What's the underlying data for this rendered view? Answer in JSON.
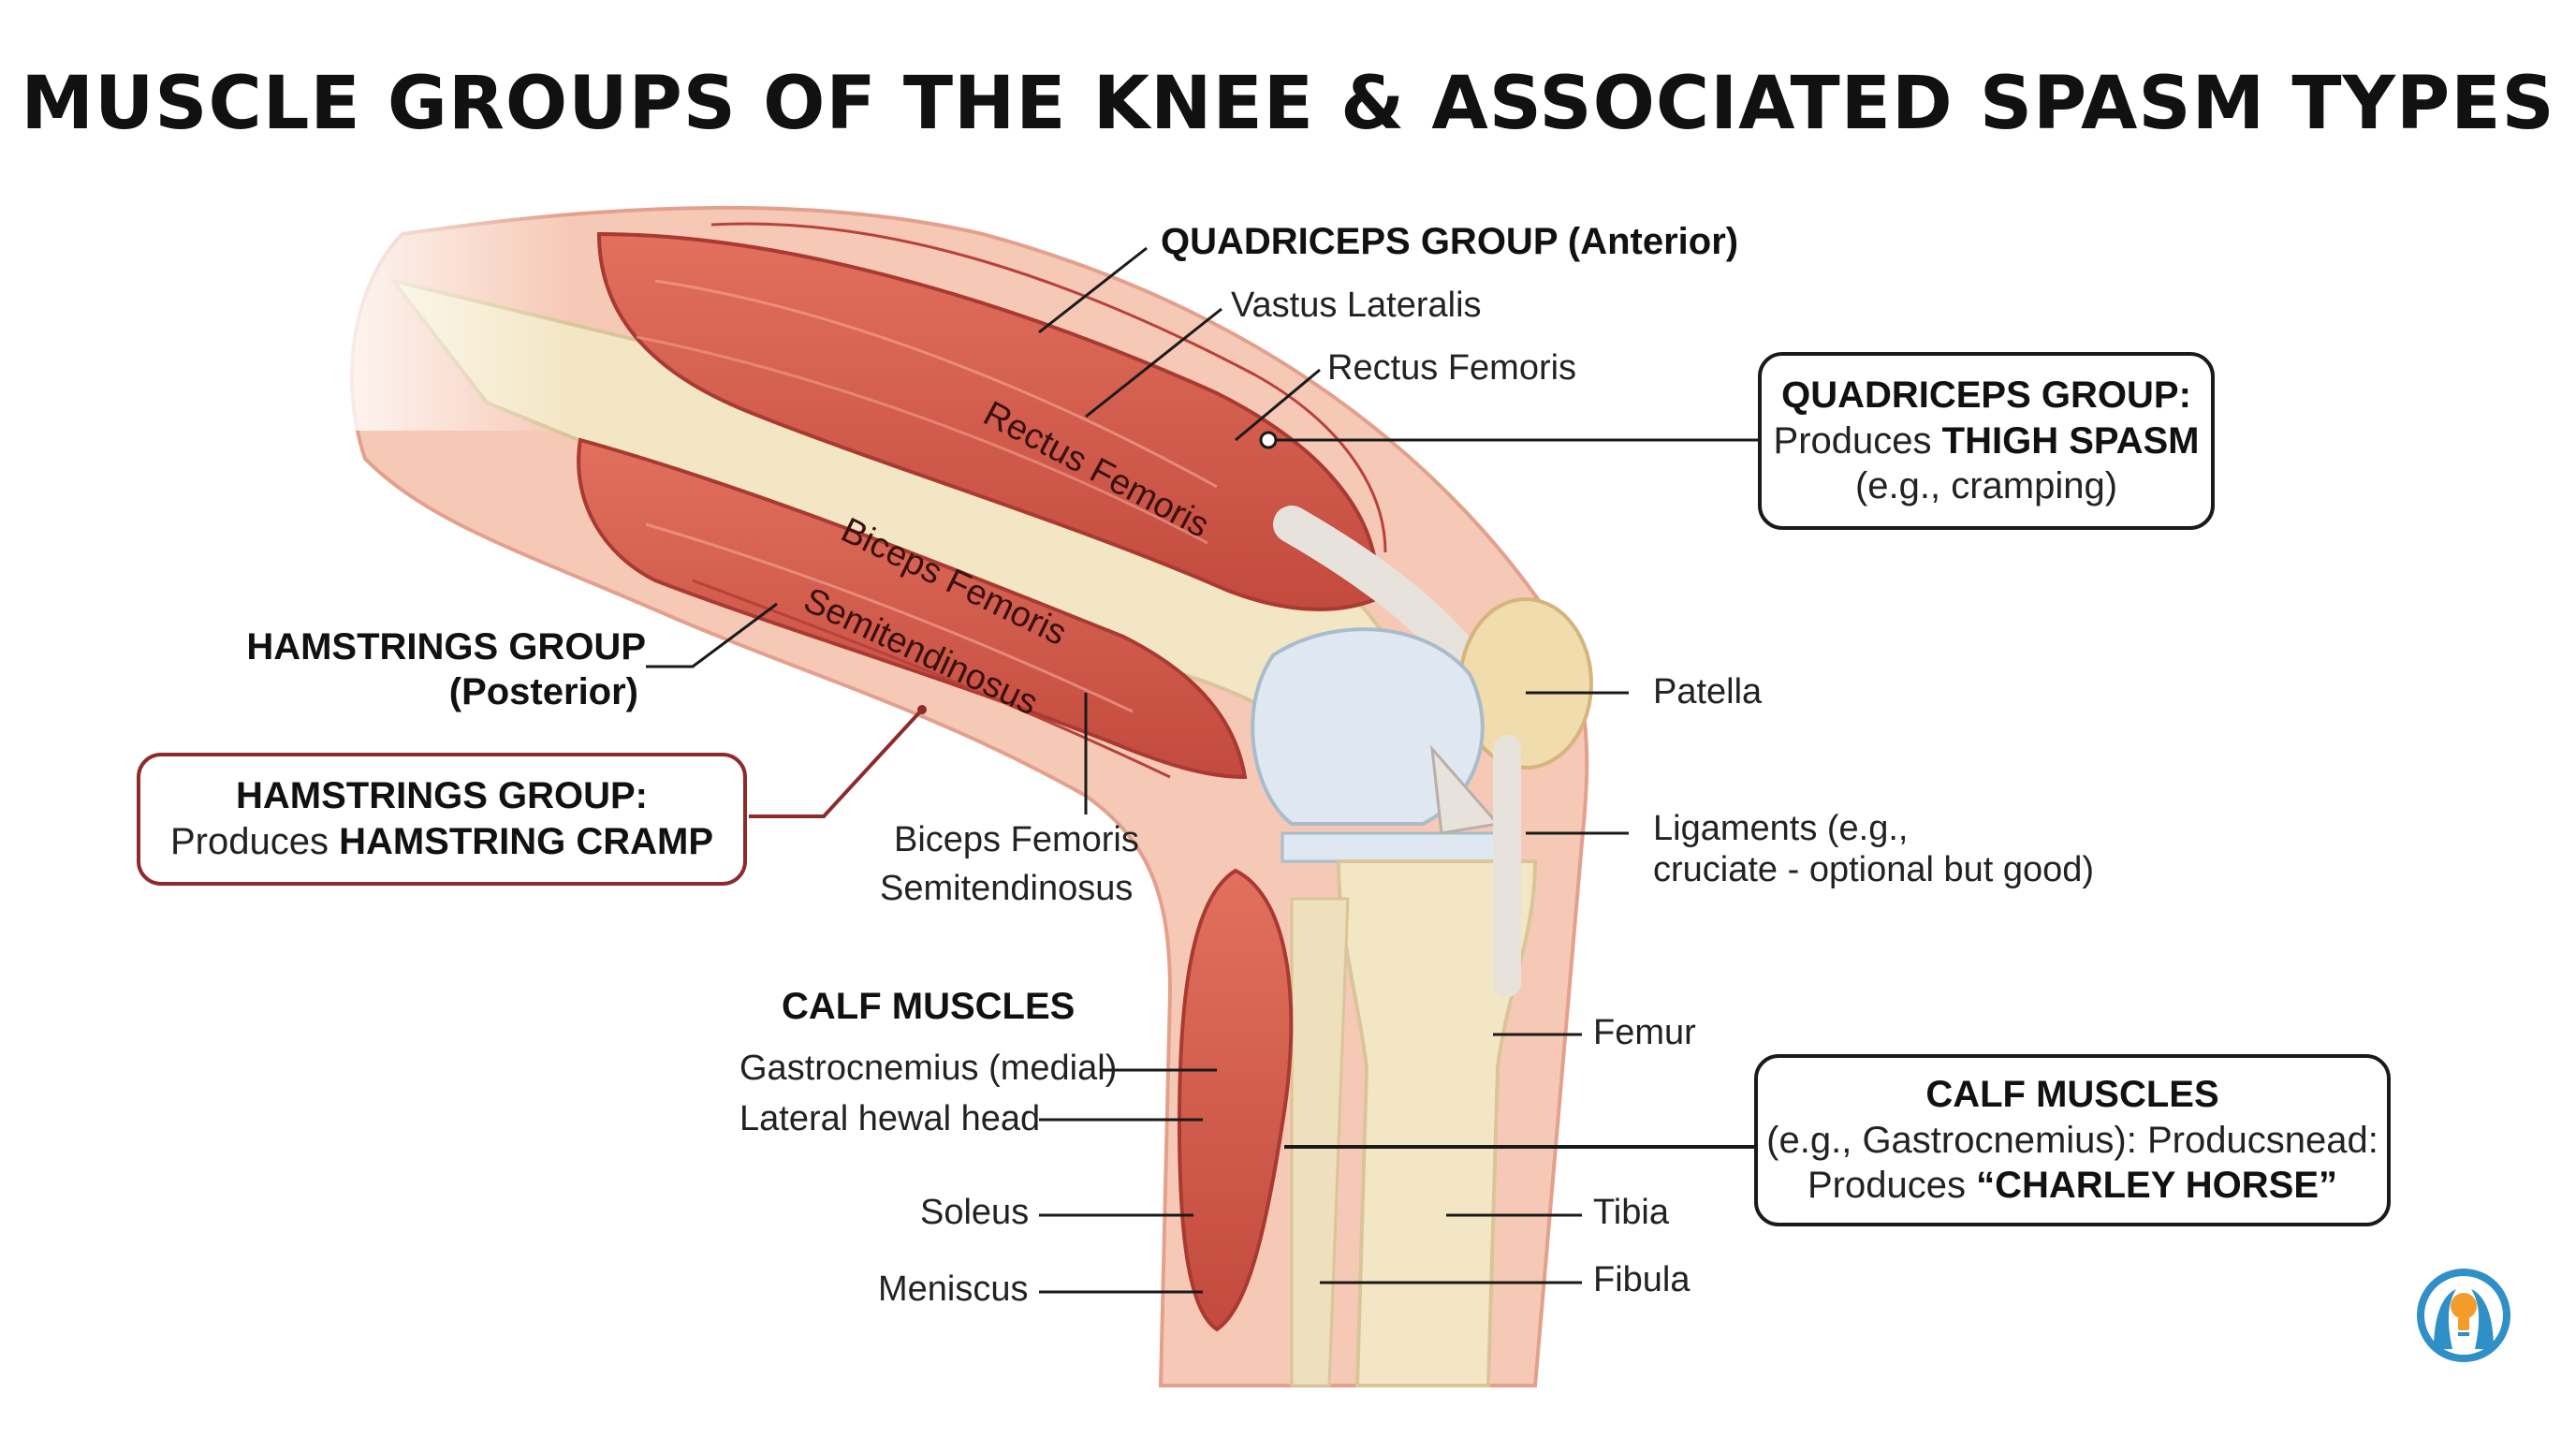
{
  "title": "MUSCLE GROUPS OF THE KNEE & ASSOCIATED SPASM TYPES",
  "colors": {
    "muscle": "#d9604f",
    "muscle_dark": "#b8413a",
    "skin": "#f6c9b6",
    "bone": "#f3e6c4",
    "cartilage": "#dfe8f0",
    "tendon": "#e8e2dc",
    "callout_red": "#8e2a2a"
  },
  "labels": {
    "quad_group": "QUADRICEPS GROUP (Anterior)",
    "vastus_lateralis": "Vastus Lateralis",
    "rectus_femoris": "Rectus Femoris",
    "rectus_femoris_on_muscle": "Rectus Femoris",
    "biceps_femoris_on_muscle": "Biceps Femoris",
    "semitendinosus_on_muscle": "Semitendinosus",
    "hamstrings_group": "HAMSTRINGS GROUP",
    "hamstrings_posterior": "(Posterior)",
    "biceps_femoris": "Biceps Femoris",
    "semitendinosus": "Semitendinosus",
    "patella": "Patella",
    "ligaments_line1": "Ligaments (e.g.,",
    "ligaments_line2": "cruciate - optional but good)",
    "calf_muscles": "CALF MUSCLES",
    "gastrocnemius": "Gastrocnemius (medial)",
    "lateral_head": "Lateral hewal head",
    "soleus": "Soleus",
    "meniscus": "Meniscus",
    "femur": "Femur",
    "tibia": "Tibia",
    "fibula": "Fibula"
  },
  "callouts": {
    "quad": {
      "heading": "QUADRICEPS GROUP:",
      "line2_prefix": "Produces ",
      "line2_bold": "THIGH SPASM",
      "line3": "(e.g., cramping)"
    },
    "hamstring": {
      "heading": "HAMSTRINGS GROUP:",
      "line2_prefix": "Produces ",
      "line2_bold": "HAMSTRING CRAMP"
    },
    "calf": {
      "heading": "CALF MUSCLES",
      "line2": "(e.g., Gastrocnemius): Producsnead:",
      "line3_prefix": "Produces ",
      "line3_bold": "“CHARLEY HORSE”"
    }
  },
  "logo": {
    "icon": "lightbulb-head-icon"
  }
}
